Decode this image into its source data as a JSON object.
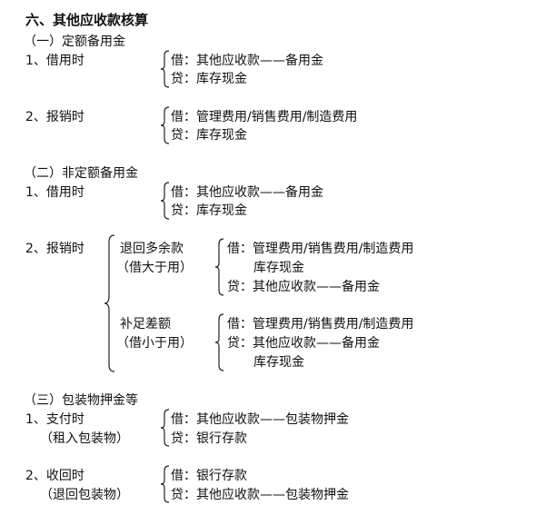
{
  "title": "六、其他应收款核算",
  "sections": [
    {
      "heading": "（一）定额备用金",
      "items": [
        {
          "label": "1、借用时",
          "debit": "借：其他应收款——备用金",
          "credit": "贷：库存现金"
        },
        {
          "label": "2、报销时",
          "debit": "借：管理费用/销售费用/制造费用",
          "credit": "贷：库存现金"
        }
      ]
    },
    {
      "heading": "（二）非定额备用金",
      "items": [
        {
          "label": "1、借用时",
          "debit": "借：其他应收款——备用金",
          "credit": "贷：库存现金"
        },
        {
          "label": "2、报销时",
          "cases": [
            {
              "name": "退回多余款",
              "note": "（借大于用）",
              "line1": "借：管理费用/销售费用/制造费用",
              "line2": "库存现金",
              "line3": "贷：其他应收款——备用金"
            },
            {
              "name": "补足差额",
              "note": "（借小于用）",
              "line1": "借：管理费用/销售费用/制造费用",
              "line2": "贷：其他应收款——备用金",
              "line3": "库存现金"
            }
          ]
        }
      ]
    },
    {
      "heading": "（三）包装物押金等",
      "items": [
        {
          "label": "1、支付时",
          "note": "（租入包装物）",
          "debit": "借：其他应收款——包装物押金",
          "credit": "贷：银行存款"
        },
        {
          "label": "2、收回时",
          "note": "（退回包装物）",
          "debit": "借：银行存款",
          "credit": "贷：其他应收款——包装物押金"
        }
      ]
    }
  ]
}
